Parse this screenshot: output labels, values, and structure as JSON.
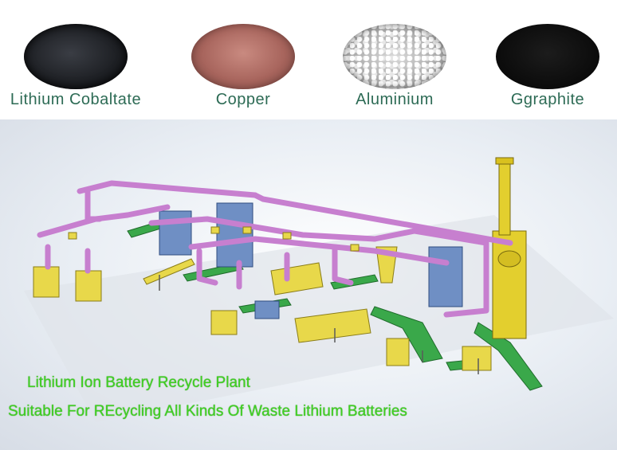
{
  "materials": [
    {
      "label": "Lithium Cobaltate",
      "pile_color": "#1a1c20"
    },
    {
      "label": "Copper",
      "pile_color": "#a8655d"
    },
    {
      "label": "Aluminium",
      "pile_color": "#a9a9a9"
    },
    {
      "label": "Ggraphite",
      "pile_color": "#0b0b0b"
    }
  ],
  "caption": {
    "title": "Lithium Ion Battery Recycle  Plant",
    "subtitle": "Suitable For REcycling All Kinds Of  Waste  Lithium Batteries"
  },
  "colors": {
    "label_text": "#2d6b55",
    "caption_text": "#3fd022",
    "pipe": "#c77fcf",
    "machine_yellow": "#e8d84a",
    "conveyor_green": "#3aa84a",
    "silo_blue": "#6f8fc4",
    "stack_yellow": "#e3cf2e"
  }
}
